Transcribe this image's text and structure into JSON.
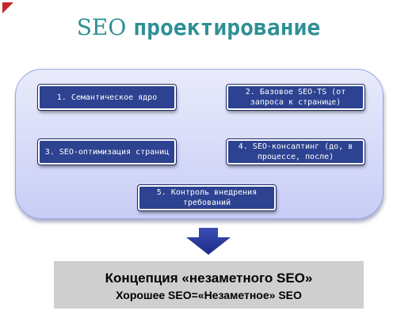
{
  "slide": {
    "title_part1": "SEO",
    "title_part2": "проектирование",
    "boxes": [
      "1. Семантическое ядро",
      "2. Базовое SEO-TS (от запроса к странице)",
      "3. SEO-оптимизация страниц",
      "4. SEO-консалтинг (до, в процессе, после)",
      "5. Контроль внедрения требований"
    ],
    "result_line1": "Концепция «незаметного SEO»",
    "result_line2": "Хорошее SEO=«Незаметное» SEO"
  },
  "colors": {
    "title": "#2e8f94",
    "box_fill": "#2d4291",
    "panel_top": "#e9ebfb",
    "panel_bottom": "#c8cdf6",
    "arrow": "#23349a",
    "result_bg": "#cfcfcf",
    "corner_mark": "#c62828"
  }
}
